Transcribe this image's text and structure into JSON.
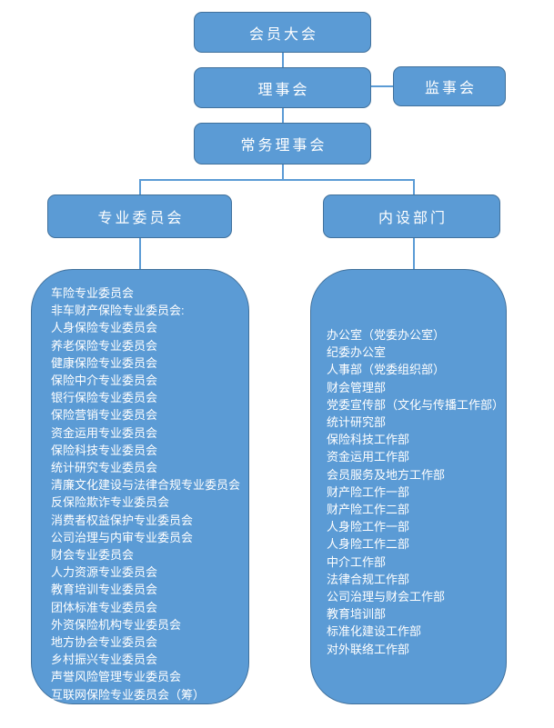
{
  "diagram": {
    "type": "org-chart",
    "colors": {
      "box_fill": "#5B9BD5",
      "box_border": "#41719C",
      "connector_line": "#5B9BD5",
      "text": "#FFFFFF",
      "background": "#FFFFFF"
    },
    "nodes": {
      "members_meeting": {
        "label": "会员大会"
      },
      "council": {
        "label": "理事会"
      },
      "supervisory_board": {
        "label": "监事会"
      },
      "standing_council": {
        "label": "常务理事会"
      },
      "committees_header": {
        "label": "专业委员会"
      },
      "departments_header": {
        "label": "内设部门"
      }
    },
    "committees": [
      "车险专业委员会",
      "非车财产保险专业委员会:",
      "人身保险专业委员会",
      "养老保险专业委员会",
      "健康保险专业委员会",
      "保险中介专业委员会",
      "银行保险专业委员会",
      "保险营销专业委员会",
      "资金运用专业委员会",
      "保险科技专业委员会",
      "统计研究专业委员会",
      "清廉文化建设与法律合规专业委员会",
      "反保险欺诈专业委员会",
      "消费者权益保护专业委员会",
      "公司治理与内审专业委员会",
      "财会专业委员会",
      "人力资源专业委员会",
      "教育培训专业委员会",
      "团体标准专业委员会",
      "外资保险机构专业委员会",
      "地方协会专业委员会",
      "乡村振兴专业委员会",
      "声誉风险管理专业委员会",
      "互联网保险专业委员会（筹）"
    ],
    "departments": [
      "办公室（党委办公室）",
      "纪委办公室",
      "人事部（党委组织部）",
      "财会管理部",
      "党委宣传部（文化与传播工作部）",
      "统计研究部",
      "保险科技工作部",
      "资金运用工作部",
      "会员服务及地方工作部",
      "财产险工作一部",
      "财产险工作二部",
      "人身险工作一部",
      "人身险工作二部",
      "中介工作部",
      "法律合规工作部",
      "公司治理与财会工作部",
      "教育培训部",
      "标准化建设工作部",
      "对外联络工作部"
    ]
  }
}
